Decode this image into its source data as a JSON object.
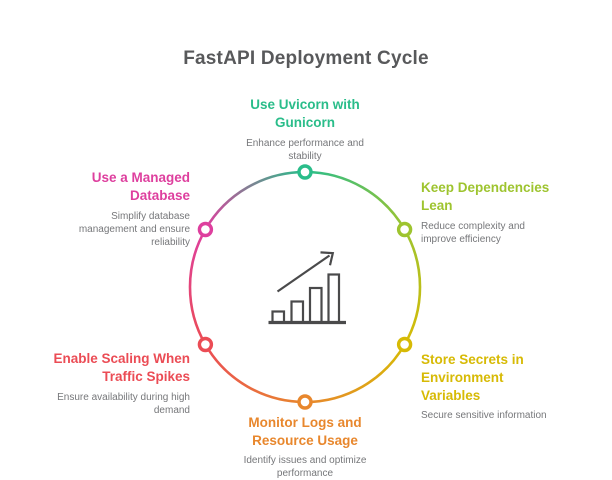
{
  "header": {
    "title": "FastAPI Deployment Cycle"
  },
  "colors": {
    "heading": "#58595b",
    "description": "#76777a",
    "icon": "#4a4a4b",
    "marker_fill": "#ffffff"
  },
  "center_icon": {
    "name": "bar-chart-growth-icon"
  },
  "nodes": [
    {
      "id": "uvicorn-gunicorn",
      "title": "Use Uvicorn with Gunicorn",
      "description": "Enhance performance and stability",
      "color": "#2abd8a"
    },
    {
      "id": "keep-dependencies-lean",
      "title": "Keep Dependencies Lean",
      "description": "Reduce complexity and improve efficiency",
      "color": "#9ec42f"
    },
    {
      "id": "store-secrets",
      "title": "Store Secrets in Environment Variables",
      "description": "Secure sensitive information",
      "color": "#d7ba05"
    },
    {
      "id": "monitor-logs",
      "title": "Monitor Logs and Resource Usage",
      "description": "Identify issues and optimize performance",
      "color": "#e8872d"
    },
    {
      "id": "enable-scaling",
      "title": "Enable Scaling When Traffic Spikes",
      "description": "Ensure availability during high demand",
      "color": "#eb4c55"
    },
    {
      "id": "managed-database",
      "title": "Use a Managed Database",
      "description": "Simplify database management and ensure reliability",
      "color": "#de3f9e"
    }
  ]
}
